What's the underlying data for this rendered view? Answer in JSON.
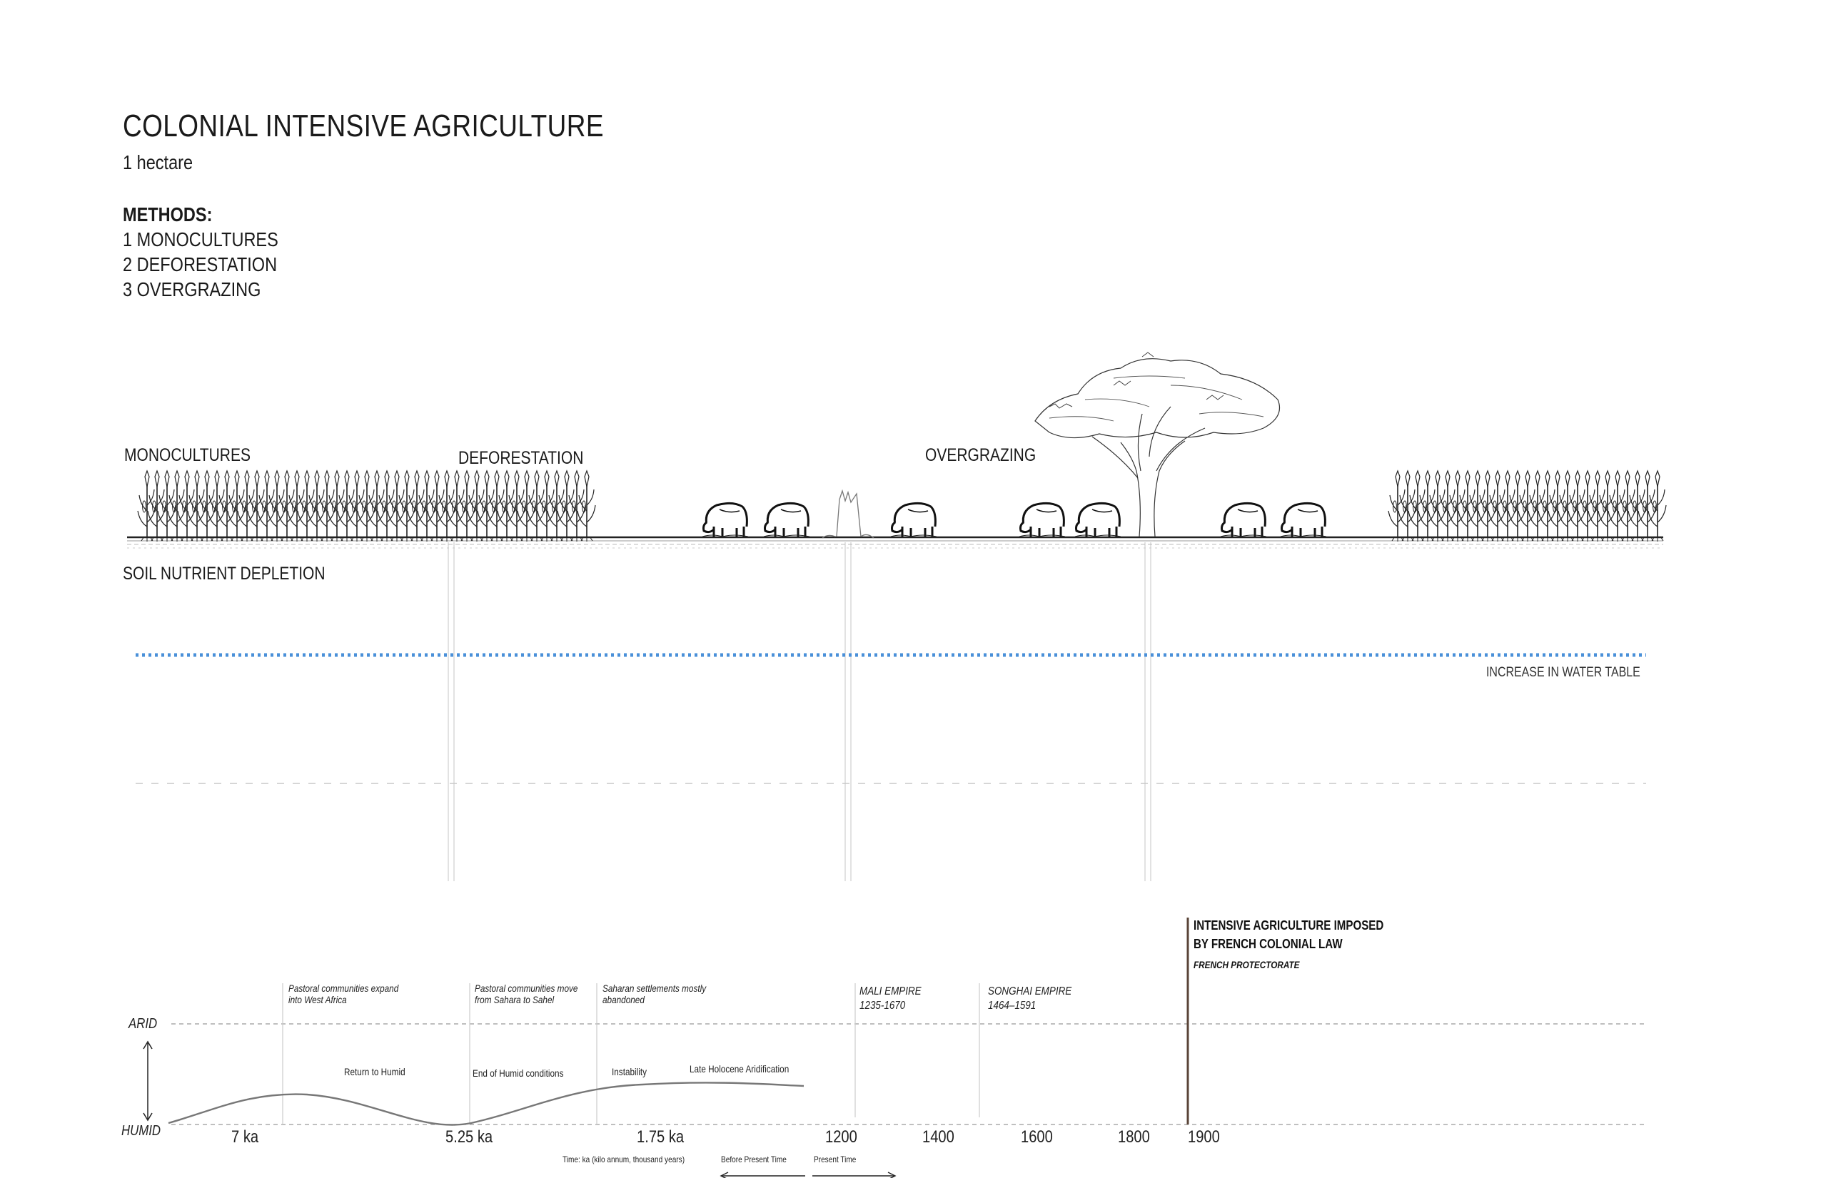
{
  "header": {
    "title": "COLONIAL INTENSIVE AGRICULTURE",
    "subtitle": "1 hectare",
    "methods_heading": "METHODS:",
    "methods": [
      "1 MONOCULTURES",
      "2 DEFORESTATION",
      "3 OVERGRAZING"
    ]
  },
  "section": {
    "labels": {
      "monocultures": "MONOCULTURES",
      "deforestation": "DEFORESTATION",
      "overgrazing": "OVERGRAZING",
      "soil": "SOIL NUTRIENT DEPLETION",
      "water_table": "INCREASE IN WATER TABLE"
    },
    "icons": [
      "corn-plant-icon",
      "cow-icon",
      "acacia-tree-icon",
      "tree-stump-icon"
    ],
    "colors": {
      "water_table": "#4a90d9",
      "ground": "#222222",
      "guide": "#bbbbbb"
    }
  },
  "timeline": {
    "arid_label": "ARID",
    "humid_label": "HUMID",
    "events": [
      "Pastoral communities expand into West Africa",
      "Pastoral communities move from Sahara to Sahel",
      "Saharan settlements mostly abandoned"
    ],
    "phases": [
      "Return to Humid",
      "End of Humid conditions",
      "Instability",
      "Late Holocene Aridification"
    ],
    "empires": [
      {
        "name": "MALI EMPIRE",
        "years": "1235-1670"
      },
      {
        "name": "SONGHAI EMPIRE",
        "years": "1464–1591"
      }
    ],
    "colonial": {
      "line1": "INTENSIVE AGRICULTURE IMPOSED",
      "line2": "BY FRENCH COLONIAL LAW",
      "sub": "FRENCH PROTECTORATE",
      "color": "#5a4438"
    },
    "ticks": [
      "7 ka",
      "5.25 ka",
      "1.75 ka",
      "1200",
      "1400",
      "1600",
      "1800",
      "1900"
    ],
    "time_note": "Time: ka (kilo annum, thousand years)",
    "before_present": "Before Present Time",
    "present": "Present Time"
  }
}
